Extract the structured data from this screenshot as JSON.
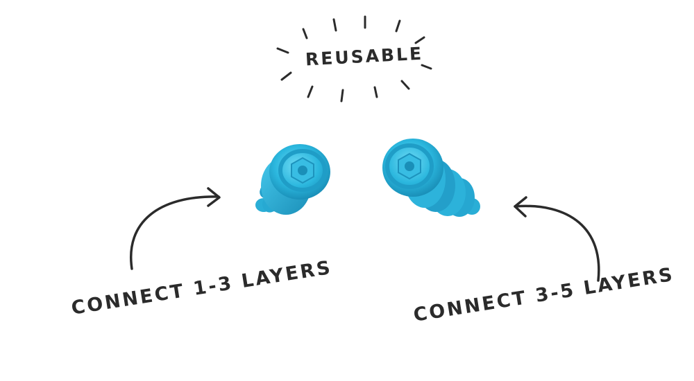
{
  "labels": {
    "reusable": "REUSABLE",
    "left": "CONNECT 1-3 LAYERS",
    "right": "CONNECT 3-5 LAYERS"
  },
  "colors": {
    "ink": "#2b2b2b",
    "earplug_main": "#29b6dd",
    "earplug_light": "#5fd3f0",
    "earplug_dark": "#1a8fb8"
  },
  "icons": {
    "left_earplug": "earplug-icon",
    "right_earplug": "earplug-icon",
    "burst": "sunburst-lines",
    "arrows": "curved-arrow"
  }
}
